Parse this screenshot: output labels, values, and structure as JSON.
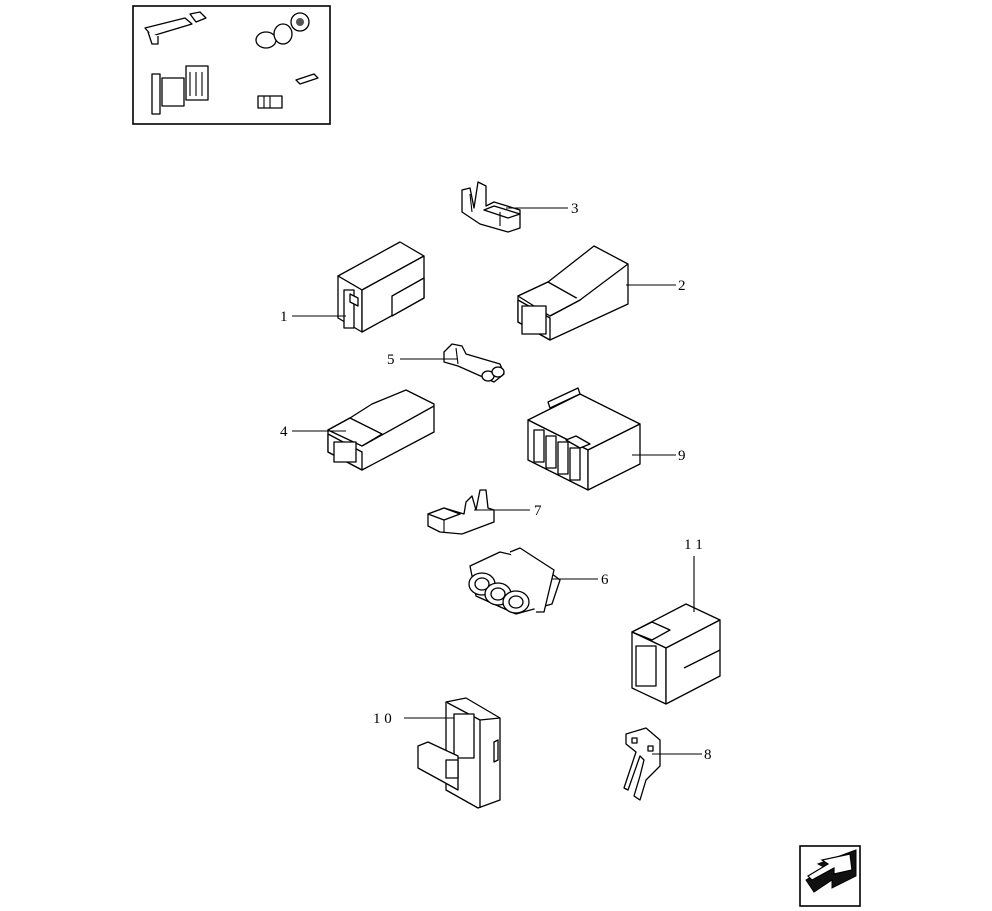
{
  "callouts": [
    {
      "id": "1",
      "text": "1"
    },
    {
      "id": "2",
      "text": "2"
    },
    {
      "id": "3",
      "text": "3"
    },
    {
      "id": "4",
      "text": "4"
    },
    {
      "id": "5",
      "text": "5"
    },
    {
      "id": "6",
      "text": "6"
    },
    {
      "id": "7",
      "text": "7"
    },
    {
      "id": "8",
      "text": "8"
    },
    {
      "id": "9",
      "text": "9"
    },
    {
      "id": "10",
      "text": "1 0"
    },
    {
      "id": "11",
      "text": "1 1"
    }
  ],
  "icons": {
    "thumbnail": "connector-set-thumbnail-icon",
    "navigation": "back-arrow-icon"
  }
}
